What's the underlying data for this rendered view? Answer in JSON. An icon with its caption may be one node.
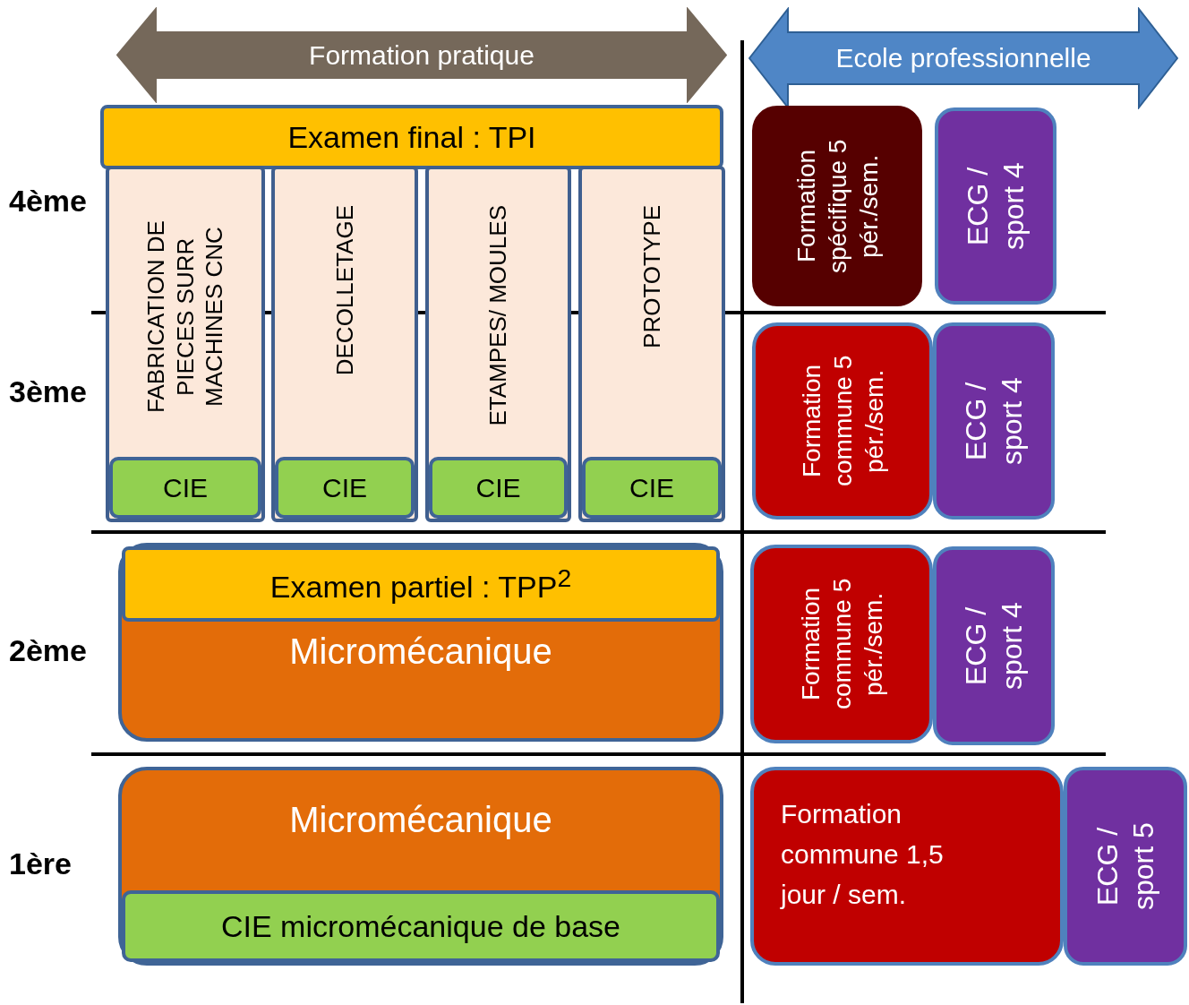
{
  "diagram": {
    "nodes": [
      {
        "text": [
          "Formation pratique"
        ]
      },
      {
        "text": [
          "Ecole professionnelle"
        ]
      },
      {
        "text": [
          "Examen final : TPI"
        ]
      },
      {
        "text": [
          "FABRICATION DE PIECES SURR MACHINES CNC"
        ]
      },
      {
        "text": [
          "CIE"
        ],
        "in": 3
      },
      {
        "text": [
          "DECOLLETAGE"
        ]
      },
      {
        "text": [
          "CIE"
        ],
        "in": 5
      },
      {
        "text": [
          "ETAMPES/ MOULES"
        ]
      },
      {
        "text": [
          "CIE"
        ],
        "in": 7
      },
      {
        "text": [
          "PROTOTYPE"
        ]
      },
      {
        "text": [
          "CIE"
        ],
        "in": 9
      },
      {
        "text": [
          "Formation spécifique 5 pér./sem."
        ]
      },
      {
        "text": [
          "ECG / sport 4"
        ]
      },
      {
        "text": [
          "Formation commune 5 pér./sem."
        ]
      },
      {
        "text": [
          "ECG / sport 4"
        ]
      },
      {
        "text": [
          "Micromécanique"
        ]
      },
      {
        "text": [
          "Examen partiel : TPP$^{2}$"
        ],
        "in": 15
      },
      {
        "text": [
          "Formation commune 5 pér./sem."
        ]
      },
      {
        "text": [
          "ECG / sport 4"
        ]
      },
      {
        "text": [
          "Micromécanique"
        ]
      },
      {
        "text": [
          "CIE micromécanique de base"
        ],
        "in": 19
      },
      {
        "text": [
          "Formation commune 1,5 jour / sem."
        ]
      },
      {
        "text": [
          "ECG / sport 5"
        ]
      }
    ],
    "labels": [
      "4ème",
      "3ème",
      "2ème",
      "1ère"
    ]
  }
}
